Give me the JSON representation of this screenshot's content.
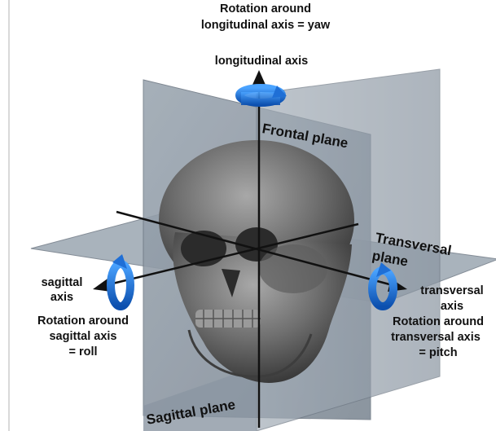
{
  "labels": {
    "yaw_line1": "Rotation around",
    "yaw_line2": "longitudinal axis = yaw",
    "longitudinal_axis": "longitudinal axis",
    "frontal_plane": "Frontal plane",
    "transversal_plane_line1": "Transversal",
    "transversal_plane_line2": "plane",
    "sagittal_axis_line1": "sagittal",
    "sagittal_axis_line2": "axis",
    "roll_line1": "Rotation around",
    "roll_line2": "sagittal axis",
    "roll_line3": "= roll",
    "transversal_axis_line1": "transversal",
    "transversal_axis_line2": "axis",
    "pitch_line1": "Rotation around",
    "pitch_line2": "transversal axis",
    "pitch_line3": "= pitch",
    "sagittal_plane": "Sagittal plane"
  },
  "colors": {
    "plane_fill": "#8f9aa6",
    "plane_edge": "#6e7884",
    "skull": "#6b6b6b",
    "axis_line": "#111111",
    "rotation_arrow": "#1f6fd6"
  },
  "icons": {
    "yaw": "rotation-arrow-icon",
    "roll": "rotation-arrow-icon",
    "pitch": "rotation-arrow-icon"
  }
}
